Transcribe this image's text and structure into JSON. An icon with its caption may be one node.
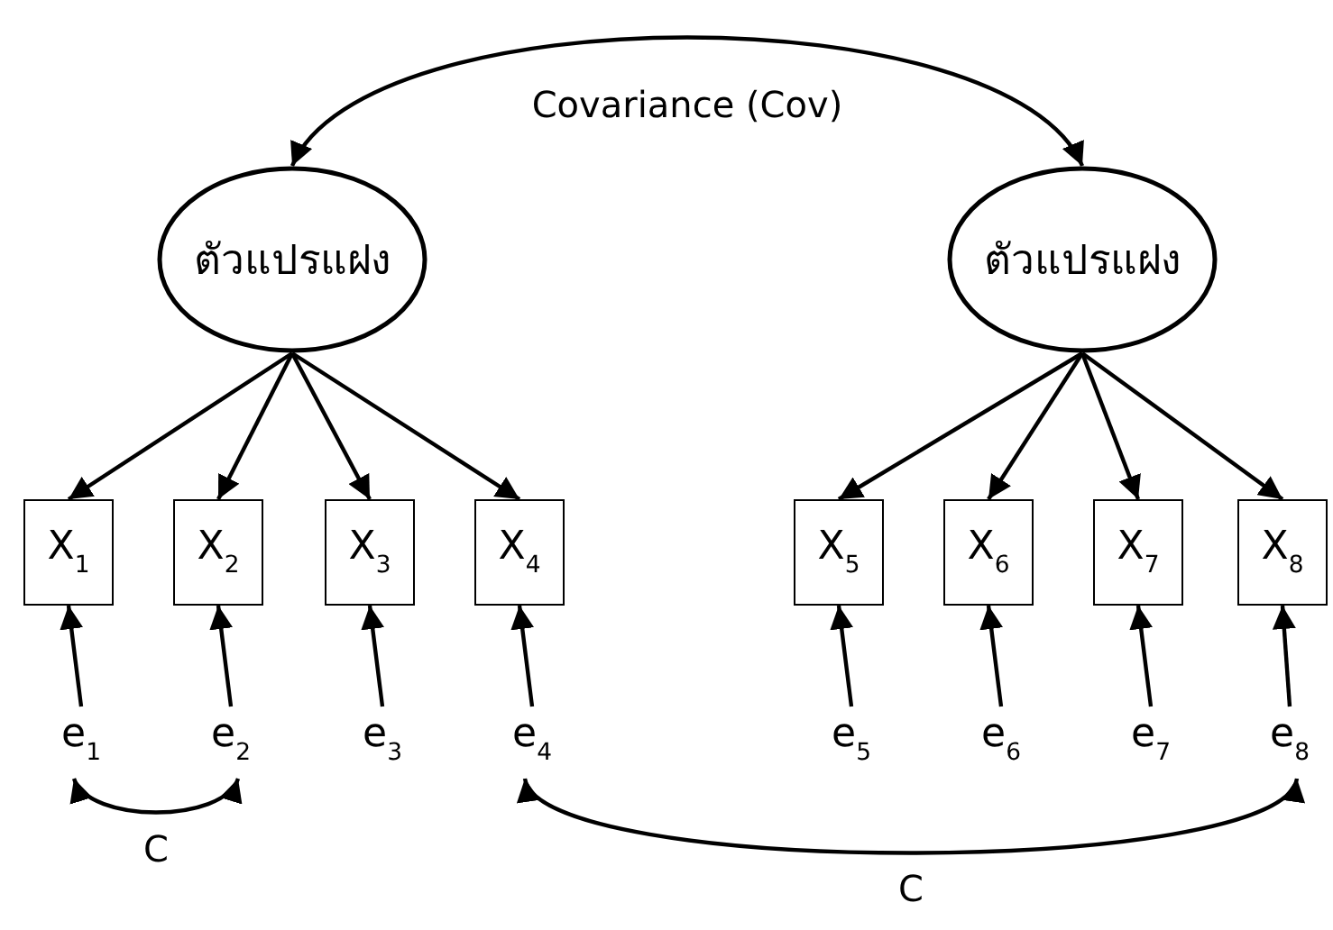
{
  "diagram": {
    "nodes": [
      {
        "text": [
          "ตัวแปรแฝง"
        ]
      },
      {
        "text": [
          "ตัวแปรแฝง"
        ]
      },
      {
        "text": [
          "X$_{1}$"
        ]
      },
      {
        "text": [
          "X$_{2}$"
        ]
      },
      {
        "text": [
          "X$_{3}$"
        ]
      },
      {
        "text": [
          "X$_{4}$"
        ]
      },
      {
        "text": [
          "X$_{5}$"
        ]
      },
      {
        "text": [
          "X$_{6}$"
        ]
      },
      {
        "text": [
          "X$_{7}$"
        ]
      },
      {
        "text": [
          "X$_{8}$"
        ]
      },
      {
        "text": [
          "e$_{1}$"
        ]
      },
      {
        "text": [
          "e$_{2}$"
        ]
      },
      {
        "text": [
          "e$_{3}$"
        ]
      },
      {
        "text": [
          "e$_{4}$"
        ]
      },
      {
        "text": [
          "e$_{5}$"
        ]
      },
      {
        "text": [
          "e$_{6}$"
        ]
      },
      {
        "text": [
          "e$_{7}$"
        ]
      },
      {
        "text": [
          "e$_{8}$"
        ]
      }
    ],
    "edges": [
      {
        "from": 0,
        "to": 1,
        "arrow": "both",
        "label": "Covariance (Cov)"
      },
      {
        "from": 0,
        "to": 2,
        "arrow": "to"
      },
      {
        "from": 0,
        "to": 3,
        "arrow": "to"
      },
      {
        "from": 0,
        "to": 4,
        "arrow": "to"
      },
      {
        "from": 0,
        "to": 5,
        "arrow": "to"
      },
      {
        "from": 1,
        "to": 6,
        "arrow": "to"
      },
      {
        "from": 1,
        "to": 7,
        "arrow": "to"
      },
      {
        "from": 1,
        "to": 8,
        "arrow": "to"
      },
      {
        "from": 1,
        "to": 9,
        "arrow": "to"
      },
      {
        "from": 10,
        "to": 2,
        "arrow": "to"
      },
      {
        "from": 11,
        "to": 3,
        "arrow": "to"
      },
      {
        "from": 12,
        "to": 4,
        "arrow": "to"
      },
      {
        "from": 13,
        "to": 5,
        "arrow": "to"
      },
      {
        "from": 14,
        "to": 6,
        "arrow": "to"
      },
      {
        "from": 15,
        "to": 7,
        "arrow": "to"
      },
      {
        "from": 16,
        "to": 8,
        "arrow": "to"
      },
      {
        "from": 17,
        "to": 9,
        "arrow": "to"
      },
      {
        "from": 10,
        "to": 11,
        "arrow": "both",
        "label": "C"
      },
      {
        "from": 13,
        "to": 17,
        "arrow": "both",
        "label": "C"
      }
    ]
  }
}
